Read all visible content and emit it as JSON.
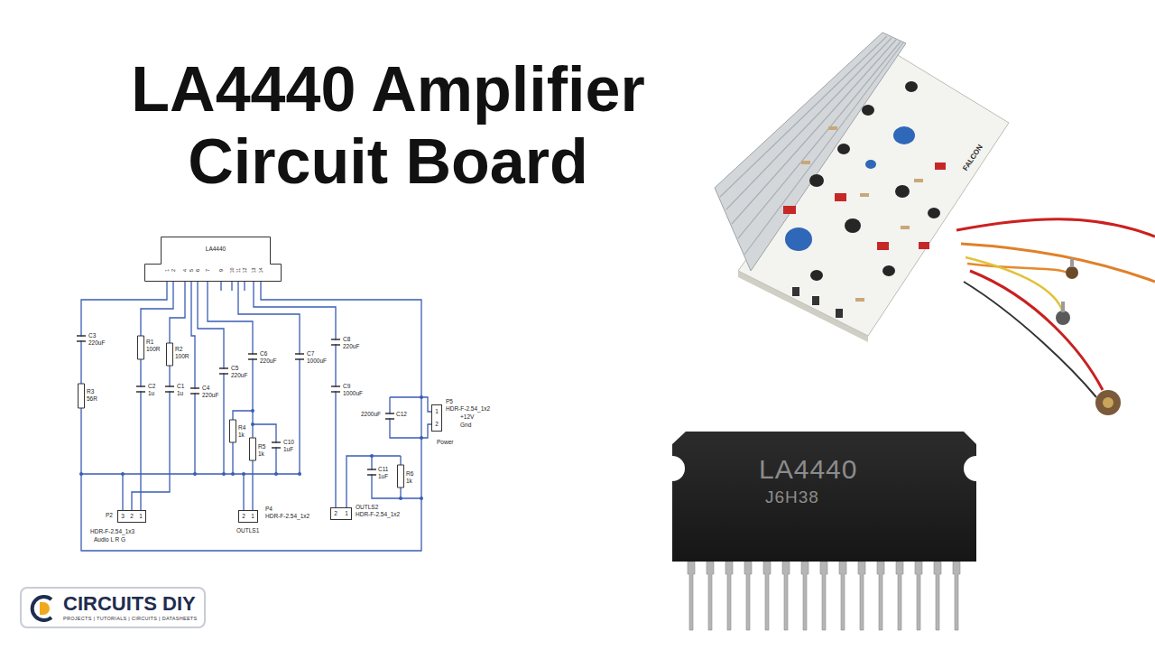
{
  "diagram": {
    "title": "LA4440 Amplifier Circuit Board",
    "nodes": [
      {
        "text": [
          "LA4440"
        ]
      },
      {
        "text": [
          "1",
          "2"
        ]
      },
      {
        "text": [
          "3",
          "2",
          "1"
        ]
      },
      {
        "text": [
          "2",
          "1"
        ]
      },
      {
        "text": [
          "2",
          "1"
        ]
      },
      {
        "text": [
          "LA4440",
          "J6H38"
        ]
      },
      {
        "text": [
          "CIRCUITS DIY",
          "PROJECTS | TUTORIALS | CIRCUITS | DATASHEETS"
        ]
      }
    ],
    "labels": [
      "1",
      "2",
      "4",
      "5",
      "6",
      "7",
      "9",
      "10",
      "11",
      "12",
      "13",
      "14",
      "FALCON",
      "C8",
      "220uF",
      "C3",
      "220uF",
      "R1",
      "100R",
      "R2",
      "100R",
      "C6",
      "220uF",
      "C7",
      "1000uF",
      "C5",
      "220uF",
      "C2",
      "1u",
      "C1",
      "1u",
      "C4",
      "220uF",
      "C9",
      "1000uF",
      "R3",
      "56R",
      "P5",
      "HDR-F-2.54_1x2",
      "+12V",
      "Gnd",
      "2200uF",
      "C12",
      "R4",
      "1k",
      "Power",
      "C10",
      "1uF",
      "R5",
      "1k",
      "C11",
      "1uF",
      "R6",
      "1k",
      "OUTLS2",
      "HDR-F-2.54_1x2",
      "P4",
      "HDR-F-2.54_1x2",
      "P2",
      "OUTLS1",
      "HDR-F-2.54_1x3",
      "Audio L R G"
    ]
  }
}
